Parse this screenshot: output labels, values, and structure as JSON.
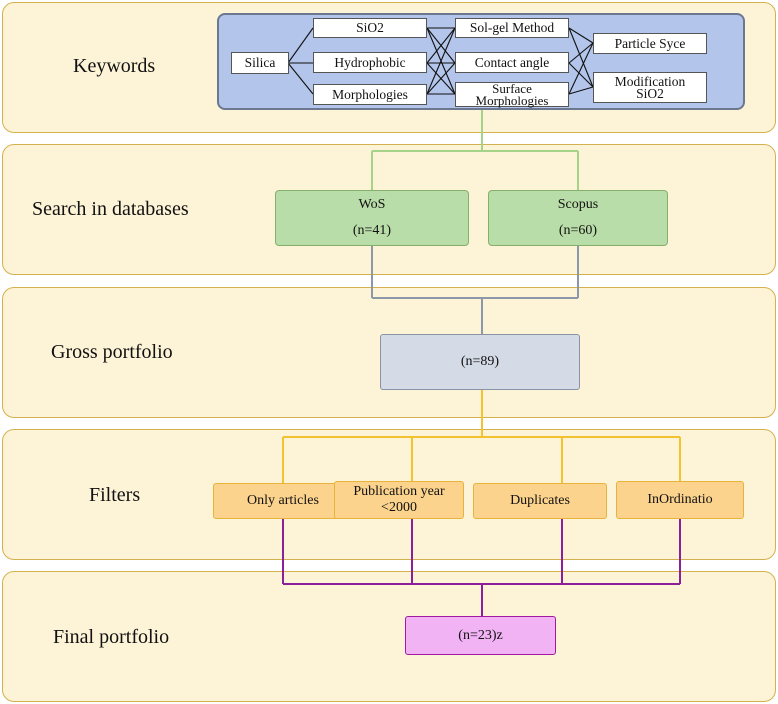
{
  "stages": [
    {
      "label": "Keywords"
    },
    {
      "label": "Search in databases"
    },
    {
      "label": "Gross portfolio"
    },
    {
      "label": "Filters"
    },
    {
      "label": "Final portfolio"
    }
  ],
  "keywords": {
    "root": "Silica",
    "column1": [
      "SiO2",
      "Hydrophobic",
      "Morphologies"
    ],
    "column2": [
      "Sol-gel Method",
      "Contact angle",
      "Surface Morphologies"
    ],
    "column3": [
      "Particle Syce",
      "Modification SiO2"
    ]
  },
  "databases": [
    {
      "name": "WoS",
      "count": "(n=41)"
    },
    {
      "name": "Scopus",
      "count": "(n=60)"
    }
  ],
  "gross": {
    "count": "(n=89)"
  },
  "filters": [
    "Only articles",
    "Publication year <2000",
    "Duplicates",
    "InOrdinatio"
  ],
  "final": {
    "count": "(n=23)z"
  },
  "colors": {
    "stage_fill": "#fdf3d7",
    "stage_border": "#d4b14f",
    "keyword_panel": "#b3c5ea",
    "database_fill": "#b9dda8",
    "gross_fill": "#d5dbe6",
    "filter_fill": "#fbd38d",
    "final_fill": "#f2b3f5",
    "connector_green": "#a6d38a",
    "connector_grey": "#8c97a8",
    "connector_yellow": "#f2c230",
    "connector_purple": "#8e1f9a"
  }
}
